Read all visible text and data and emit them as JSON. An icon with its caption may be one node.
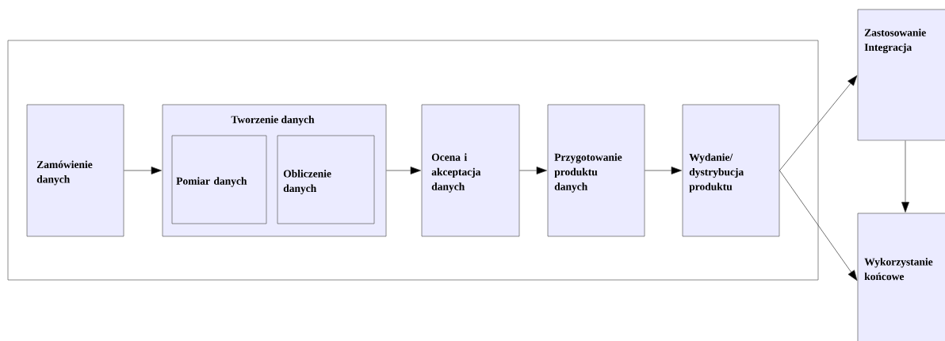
{
  "diagram": {
    "nodes": [
      {
        "text": [],
        "shape": "box"
      },
      {
        "text": [
          "Zamówienie danych"
        ],
        "in": 0
      },
      {
        "text": [
          "Tworzenie danych"
        ],
        "in": 0
      },
      {
        "text": [
          "Pomiar danych"
        ],
        "in": 2
      },
      {
        "text": [
          "Obliczenie danych"
        ],
        "in": 2
      },
      {
        "text": [
          "Ocena i akceptacja danych"
        ],
        "in": 0
      },
      {
        "text": [
          "Przygotowanie produktu danych"
        ],
        "in": 0
      },
      {
        "text": [
          "Wydanie/ dystrybucja produktu"
        ],
        "in": 0
      },
      {
        "text": [
          "Zastosowanie Integracja"
        ]
      },
      {
        "text": [
          "Wykorzystanie końcowe"
        ]
      }
    ],
    "edges": [
      {
        "from": 1,
        "to": 2,
        "arrow": "to"
      },
      {
        "from": 2,
        "to": 5,
        "arrow": "to"
      },
      {
        "from": 5,
        "to": 6,
        "arrow": "to"
      },
      {
        "from": 6,
        "to": 7,
        "arrow": "to"
      },
      {
        "from": 7,
        "to": 8,
        "arrow": "to"
      },
      {
        "from": 7,
        "to": 9,
        "arrow": "to"
      },
      {
        "from": 8,
        "to": 9,
        "arrow": "to"
      }
    ]
  }
}
